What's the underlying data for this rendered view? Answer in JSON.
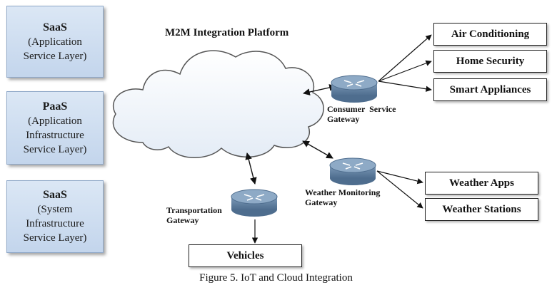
{
  "layers": [
    {
      "title": "SaaS",
      "lines": [
        "(Application",
        "Service Layer)"
      ]
    },
    {
      "title": "PaaS",
      "lines": [
        "(Application",
        "Infrastructure",
        "Service Layer)"
      ]
    },
    {
      "title": "SaaS",
      "lines": [
        "(System",
        "Infrastructure",
        "Service Layer)"
      ]
    }
  ],
  "platform_title": "M2M Integration Platform",
  "gateways": {
    "consumer": [
      "Consumer  Service",
      "Gateway"
    ],
    "weather": [
      "Weather Monitoring",
      "Gateway"
    ],
    "transport": [
      "Transportation",
      "Gateway"
    ]
  },
  "devices": {
    "consumer": [
      "Air Conditioning",
      "Home Security",
      "Smart Appliances"
    ],
    "weather": [
      "Weather Apps",
      "Weather Stations"
    ],
    "transport": [
      "Vehicles"
    ]
  },
  "caption": "Figure 5. IoT and Cloud Integration",
  "colors": {
    "layer_fill": "#c9d9ee",
    "router": "#6f8fb0",
    "cloud_stroke": "#555555"
  }
}
